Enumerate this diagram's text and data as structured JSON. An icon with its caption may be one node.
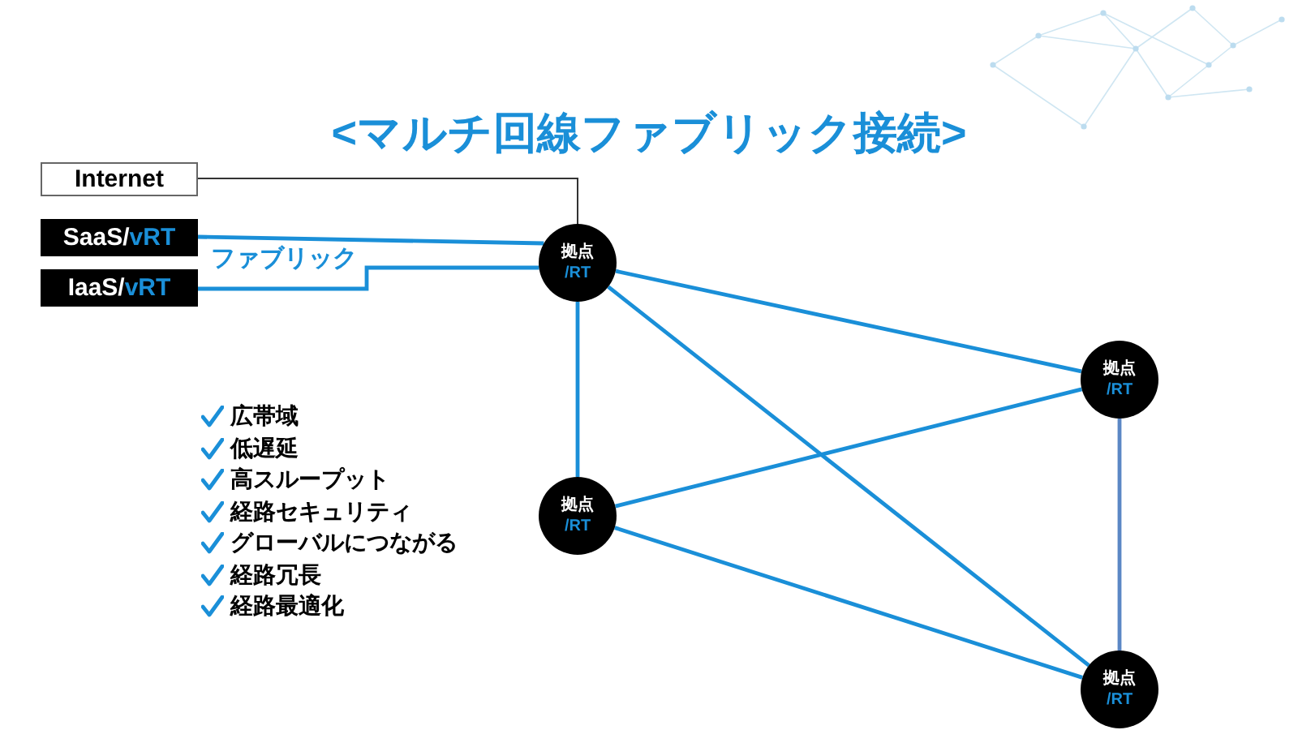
{
  "diagram": {
    "title": "<マルチ回線ファブリック接続>",
    "nodes": [
      {
        "text": [
          "Internet"
        ]
      },
      {
        "text": [
          "SaaS/",
          "vRT"
        ]
      },
      {
        "text": [
          "IaaS/",
          "vRT"
        ]
      },
      {
        "text": [
          "拠点",
          "/RT"
        ]
      },
      {
        "text": [
          "拠点",
          "/RT"
        ]
      },
      {
        "text": [
          "拠点",
          "/RT"
        ]
      },
      {
        "text": [
          "拠点",
          "/RT"
        ]
      }
    ],
    "edges": [
      {
        "from": 0,
        "to": 3,
        "arrow": "none",
        "color": "#333333"
      },
      {
        "from": 1,
        "to": 3,
        "arrow": "none"
      },
      {
        "from": 2,
        "to": 3,
        "arrow": "none",
        "label": "ファブリック"
      },
      {
        "from": 3,
        "to": 4,
        "arrow": "none"
      },
      {
        "from": 3,
        "to": 5,
        "arrow": "none"
      },
      {
        "from": 3,
        "to": 6,
        "arrow": "none"
      },
      {
        "from": 5,
        "to": 4,
        "arrow": "none"
      },
      {
        "from": 5,
        "to": 6,
        "arrow": "none"
      },
      {
        "from": 4,
        "to": 6,
        "arrow": "none",
        "color": "#5b87c5"
      }
    ],
    "labels": [
      "広帯域",
      "低遅延",
      "高スループット",
      "経路セキュリティ",
      "グローバルにつながる",
      "経路冗長",
      "経路最適化"
    ]
  }
}
